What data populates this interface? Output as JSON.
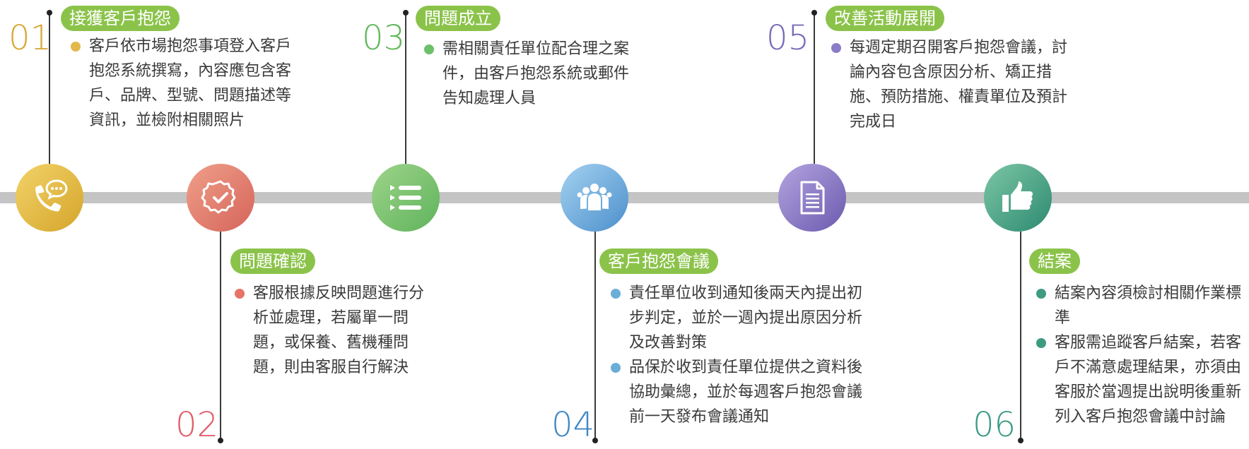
{
  "colors": {
    "bar": "#c4c4c4",
    "pill": "#8bc34a",
    "step1": "#d9a93a",
    "step2": "#e05f6a",
    "step3": "#62b85c",
    "step4": "#3f88c5",
    "step5": "#7a6ab8",
    "step6": "#3c9a86"
  },
  "steps": [
    {
      "number": "01",
      "title": "接獲客戶抱怨",
      "icon": "phone-chat-icon",
      "items": [
        "客戶依市場抱怨事項登入客戶抱怨系統撰寫，內容應包含客戶、品牌、型號、問題描述等資訊，並檢附相關照片"
      ]
    },
    {
      "number": "02",
      "title": "問題確認",
      "icon": "check-badge-icon",
      "items": [
        "客服根據反映問題進行分析並處理，若屬單一問題，或保養、舊機種問題，則由客服自行解決"
      ]
    },
    {
      "number": "03",
      "title": "問題成立",
      "icon": "list-icon",
      "items": [
        "需相關責任單位配合理之案件，由客戶抱怨系統或郵件告知處理人員"
      ]
    },
    {
      "number": "04",
      "title": "客戶抱怨會議",
      "icon": "group-icon",
      "items": [
        "責任單位收到通知後兩天內提出初步判定，並於一週內提出原因分析及改善對策",
        "品保於收到責任單位提供之資料後協助彙總，並於每週客戶抱怨會議前一天發布會議通知"
      ]
    },
    {
      "number": "05",
      "title": "改善活動展開",
      "icon": "document-icon",
      "items": [
        "每週定期召開客戶抱怨會議，討論內容包含原因分析、矯正措施、預防措施、權責單位及預計完成日"
      ]
    },
    {
      "number": "06",
      "title": "結案",
      "icon": "thumbs-up-icon",
      "items": [
        "結案內容須檢討相關作業標準",
        "客服需追蹤客戶結案，若客戶不滿意處理結果，亦須由客服於當週提出說明後重新列入客戶抱怨會議中討論"
      ]
    }
  ]
}
